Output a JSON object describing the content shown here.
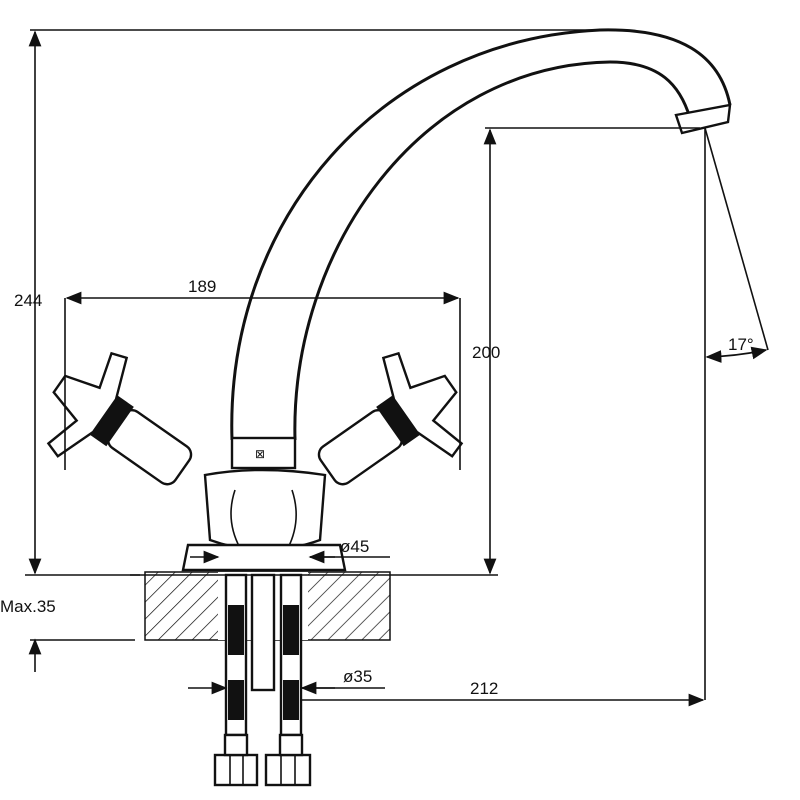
{
  "dimensions": {
    "total_height": "244",
    "handle_span": "189",
    "spout_height": "200",
    "spout_angle": "17°",
    "base_diameter": "ø45",
    "max_counter_thickness": "Max.35",
    "hole_diameter": "ø35",
    "spout_reach": "212"
  }
}
